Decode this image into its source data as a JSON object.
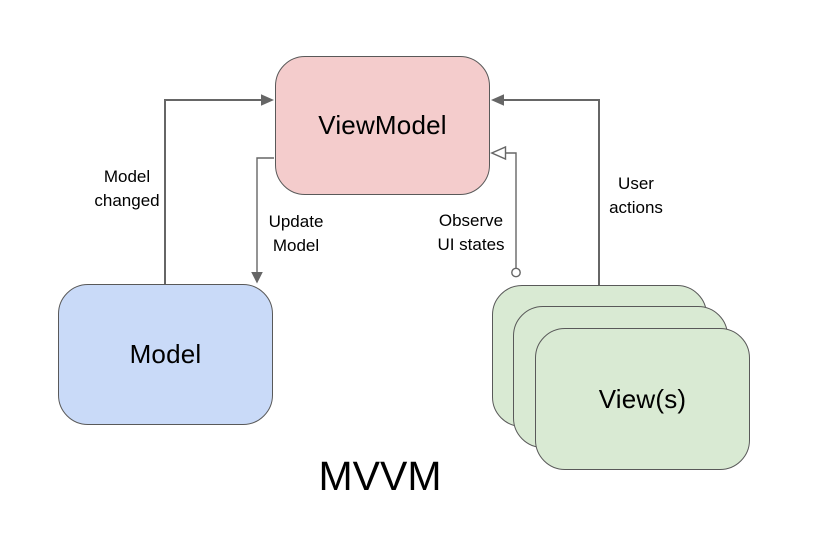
{
  "title": "MVVM",
  "colors": {
    "background": "#ffffff",
    "viewmodel-fill": "#f4cccc",
    "model-fill": "#c9daf8",
    "view-fill": "#d9ead3",
    "box-border": "#595959",
    "connector": "#666666"
  },
  "nodes": {
    "viewmodel": {
      "label": "ViewModel"
    },
    "model": {
      "label": "Model"
    },
    "views": {
      "label": "View(s)",
      "stack_count": 3
    }
  },
  "edges": {
    "model_changed": {
      "label": "Model\nchanged",
      "from": "Model",
      "to": "ViewModel",
      "head": "filled-arrow"
    },
    "update_model": {
      "label": "Update\nModel",
      "from": "ViewModel",
      "to": "Model",
      "head": "filled-arrow"
    },
    "observe_ui_states": {
      "label": "Observe\nUI states",
      "from": "View(s)",
      "to": "ViewModel",
      "head": "open-arrow",
      "tail": "open-circle"
    },
    "user_actions": {
      "label": "User\nactions",
      "from": "View(s)",
      "to": "ViewModel",
      "head": "filled-arrow"
    }
  }
}
